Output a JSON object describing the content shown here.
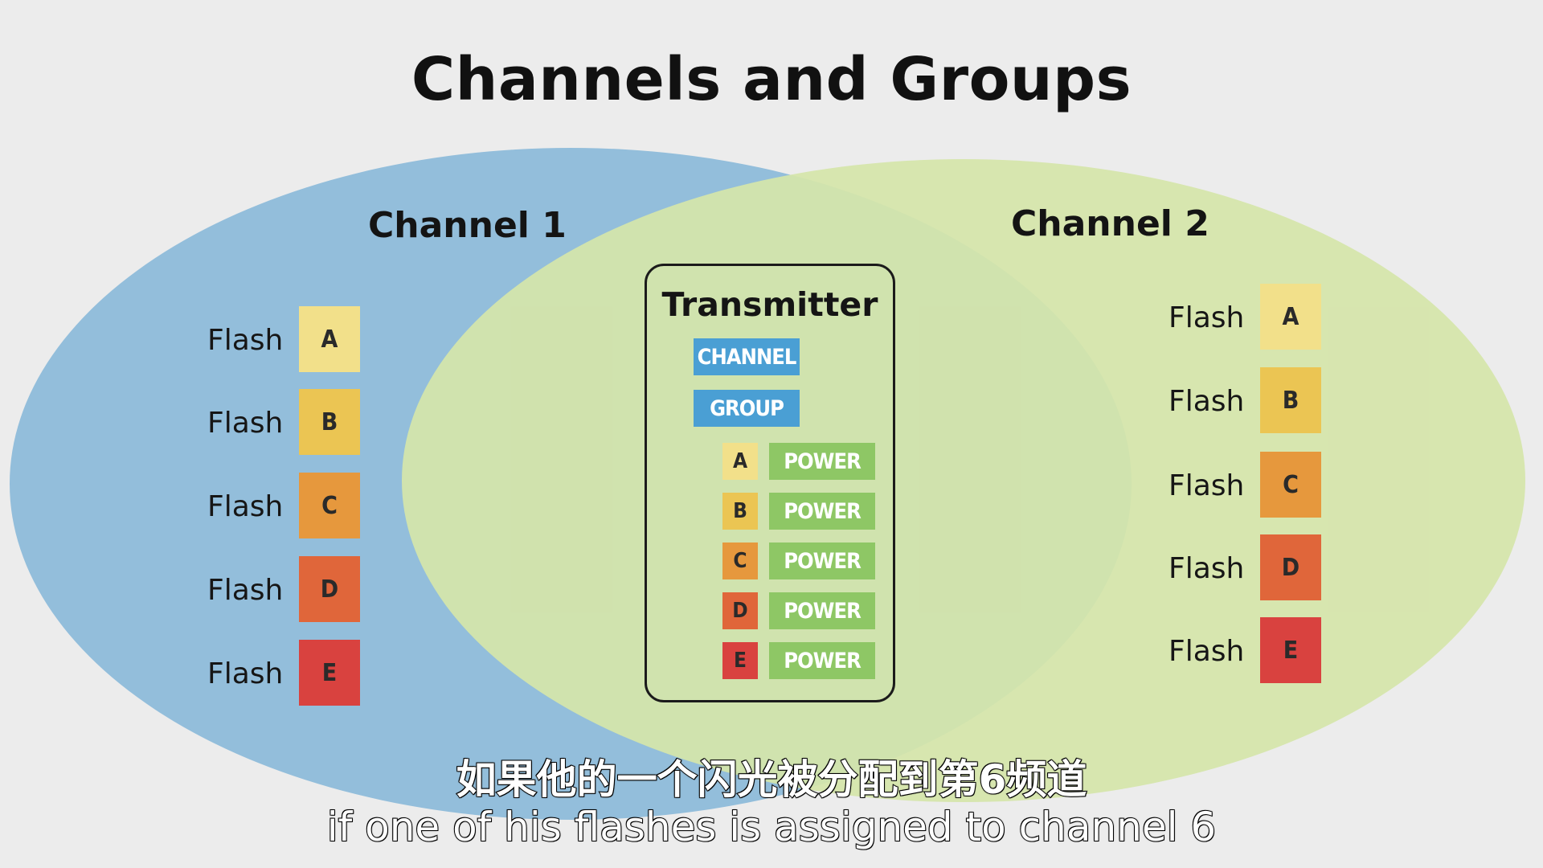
{
  "title": "Channels and Groups",
  "channel1": {
    "label": "Channel 1",
    "flashes": [
      {
        "label": "Flash",
        "group": "A",
        "color": "#f2e08a"
      },
      {
        "label": "Flash",
        "group": "B",
        "color": "#ebc553"
      },
      {
        "label": "Flash",
        "group": "C",
        "color": "#e6983d"
      },
      {
        "label": "Flash",
        "group": "D",
        "color": "#e0663a"
      },
      {
        "label": "Flash",
        "group": "E",
        "color": "#d9423f"
      }
    ]
  },
  "channel2": {
    "label": "Channel 2",
    "flashes": [
      {
        "label": "Flash",
        "group": "A",
        "color": "#f2e08a"
      },
      {
        "label": "Flash",
        "group": "B",
        "color": "#ebc553"
      },
      {
        "label": "Flash",
        "group": "C",
        "color": "#e6983d"
      },
      {
        "label": "Flash",
        "group": "D",
        "color": "#e0663a"
      },
      {
        "label": "Flash",
        "group": "E",
        "color": "#d9423f"
      }
    ]
  },
  "transmitter": {
    "title": "Transmitter",
    "channel_label": "CHANNEL",
    "group_label": "GROUP",
    "groups": [
      {
        "group": "A",
        "power": "POWER",
        "color": "#f2e08a"
      },
      {
        "group": "B",
        "power": "POWER",
        "color": "#ebc553"
      },
      {
        "group": "C",
        "power": "POWER",
        "color": "#e6983d"
      },
      {
        "group": "D",
        "power": "POWER",
        "color": "#e0663a"
      },
      {
        "group": "E",
        "power": "POWER",
        "color": "#d9423f"
      }
    ]
  },
  "subtitles": {
    "zh": "如果他的一个闪光被分配到第6频道",
    "en": "if one of his flashes is assigned to channel 6"
  },
  "colors": {
    "channel1_fill": "#93bedb",
    "channel2_fill": "#d5e5aa",
    "button_blue": "#4a9fd4",
    "power_green": "#8ec765"
  }
}
